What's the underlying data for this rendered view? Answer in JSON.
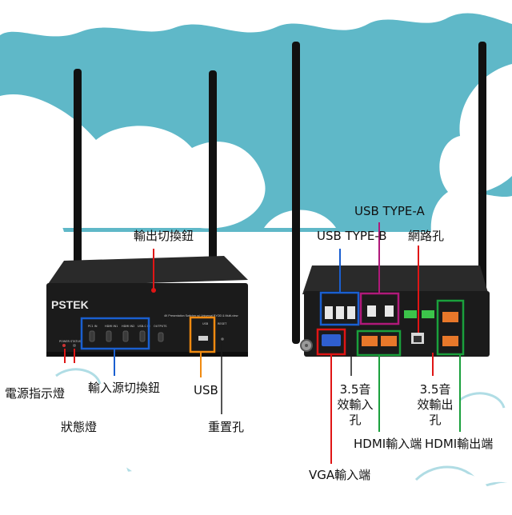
{
  "colors": {
    "sky": "#5fb8c8",
    "cloud": "#ffffff",
    "device_body": "#1b1b1b",
    "antenna": "#111111",
    "blue_box": "#1a5fd0",
    "orange_box": "#f08a10",
    "magenta_box": "#b0197a",
    "red_box": "#e01515",
    "green_box": "#1aa03c",
    "hdmi_port": "#e8782a",
    "terminal_green": "#3cc44a"
  },
  "front_device": {
    "brand": "PSTEK",
    "subtitle": "4K Presentation Switcher w/ Universal BYOD & Multi-view",
    "led_labels": [
      "POWER",
      "STATUS"
    ],
    "input_labels": [
      "PC1 IN",
      "HDMI IN1",
      "HDMI IN2",
      "USB-C IN"
    ],
    "output_label": "OUTPUTS",
    "usb_label": "USB",
    "reset_label": "RESET"
  },
  "callouts": {
    "output_switch": "輸出切換鈕",
    "input_switch": "輸入源切換鈕",
    "usb": "USB",
    "reset": "重置孔",
    "power_led": "電源指示燈",
    "status_led": "狀態燈",
    "usb_type_b": "USB TYPE-B",
    "usb_type_a": "USB TYPE-A",
    "network": "網路孔",
    "audio_in": "3.5音效輸入孔",
    "audio_out": "3.5音效輸出孔",
    "hdmi_in": "HDMI輸入端",
    "hdmi_out": "HDMI輸出端",
    "vga_in": "VGA輸入端"
  },
  "icons": [
    "antenna-icon",
    "cloud-icon"
  ]
}
